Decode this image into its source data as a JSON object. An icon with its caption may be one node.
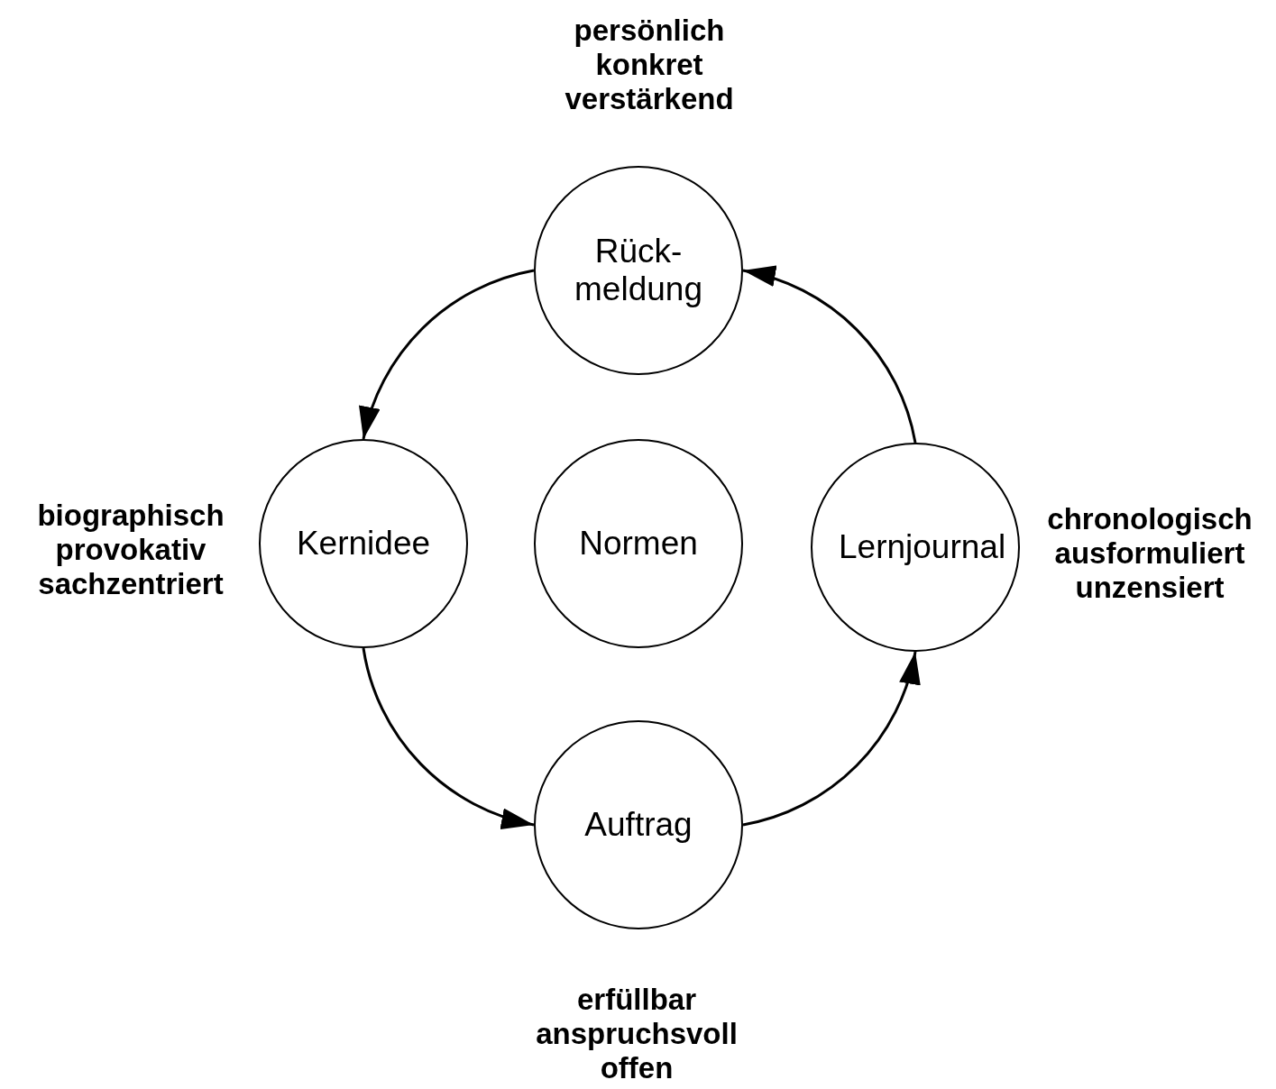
{
  "diagram": {
    "nodes": [
      {
        "text": [
          "Rück- meldung"
        ],
        "beside": [
          "persönlich",
          "konkret",
          "verstärkend"
        ]
      },
      {
        "text": [
          "Kernidee"
        ],
        "beside": [
          "biographisch",
          "provokativ",
          "sachzentriert"
        ]
      },
      {
        "text": [
          "Normen"
        ]
      },
      {
        "text": [
          "Lernjournal"
        ],
        "beside": [
          "chronologisch",
          "ausformuliert",
          "unzensiert"
        ]
      },
      {
        "text": [
          "Auftrag"
        ],
        "beside": [
          "erfüllbar",
          "anspruchsvoll",
          "offen"
        ]
      }
    ],
    "edges": [
      {
        "from": 0,
        "to": 1,
        "arrow": "to"
      },
      {
        "from": 1,
        "to": 4,
        "arrow": "to"
      },
      {
        "from": 4,
        "to": 3,
        "arrow": "to"
      },
      {
        "from": 3,
        "to": 0,
        "arrow": "to"
      }
    ]
  }
}
